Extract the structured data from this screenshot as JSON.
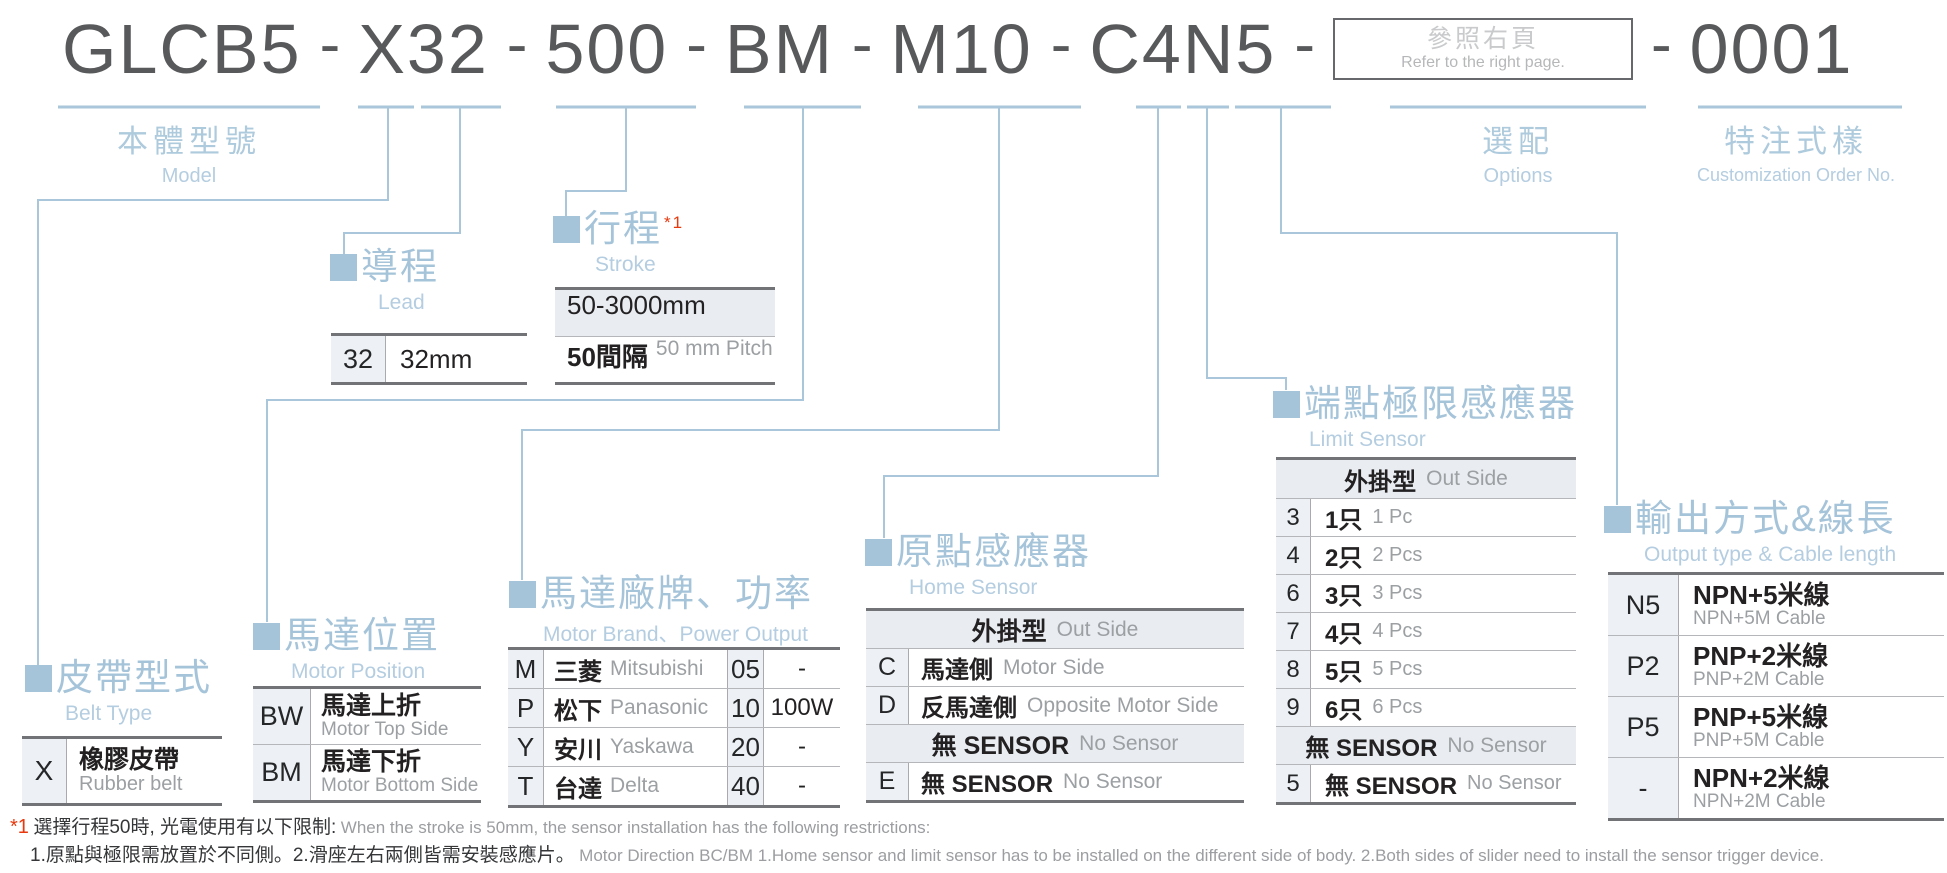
{
  "colors": {
    "accent_blue": "#a6c4d9",
    "accent_blue_light": "#b4cde0",
    "title_gray": "#58595b",
    "table_text_dark": "#232122",
    "table_text_gray": "#9ca0a3",
    "band_bg": "#e9edf2",
    "code_bg": "#edf1f6",
    "note_red": "#e8380d"
  },
  "title": {
    "seg1": "GLCB5",
    "seg2": "X32",
    "seg3": "500",
    "seg4": "BM",
    "seg5": "M10",
    "seg6": "C4N5",
    "seg7": "0001",
    "dash": "-",
    "box_zh": "參照右頁",
    "box_en": "Refer to the right page."
  },
  "top_labels": {
    "model_zh": "本體型號",
    "model_en": "Model",
    "options_zh": "選配",
    "options_en": "Options",
    "custom_zh": "特注式樣",
    "custom_en": "Customization Order No."
  },
  "belt": {
    "title_zh": "皮帶型式",
    "title_en": "Belt Type",
    "row_code": "X",
    "row_zh": "橡膠皮帶",
    "row_en": "Rubber belt"
  },
  "lead": {
    "title_zh": "導程",
    "title_en": "Lead",
    "row_code": "32",
    "row_value": "32mm"
  },
  "stroke": {
    "title_zh": "行程",
    "note": "*1",
    "title_en": "Stroke",
    "range": "50-3000mm",
    "pitch_zh": "50間隔",
    "pitch_en": "50 mm Pitch"
  },
  "motor_position": {
    "title_zh": "馬達位置",
    "title_en": "Motor Position",
    "rows": [
      {
        "code": "BW",
        "zh": "馬達上折",
        "en": "Motor Top Side"
      },
      {
        "code": "BM",
        "zh": "馬達下折",
        "en": "Motor Bottom Side"
      }
    ]
  },
  "motor_brand": {
    "title_zh": "馬達廠牌、功率",
    "title_en": "Motor Brand、Power Output",
    "rows": [
      {
        "code": "M",
        "zh": "三菱",
        "en": "Mitsubishi",
        "pcode": "05",
        "pval": "-"
      },
      {
        "code": "P",
        "zh": "松下",
        "en": "Panasonic",
        "pcode": "10",
        "pval": "100W"
      },
      {
        "code": "Y",
        "zh": "安川",
        "en": "Yaskawa",
        "pcode": "20",
        "pval": "-"
      },
      {
        "code": "T",
        "zh": "台達",
        "en": "Delta",
        "pcode": "40",
        "pval": "-"
      }
    ]
  },
  "home_sensor": {
    "title_zh": "原點感應器",
    "title_en": "Home Sensor",
    "band_zh": "外掛型",
    "band_en": "Out Side",
    "rows": [
      {
        "code": "C",
        "zh": "馬達側",
        "en": "Motor Side"
      },
      {
        "code": "D",
        "zh": "反馬達側",
        "en": "Opposite Motor Side"
      }
    ],
    "nosensor_zh": "無 SENSOR",
    "nosensor_en": "No Sensor",
    "row_e_code": "E",
    "row_e_zh": "無 SENSOR",
    "row_e_en": "No Sensor"
  },
  "limit_sensor": {
    "title_zh": "端點極限感應器",
    "title_en": "Limit Sensor",
    "band_zh": "外掛型",
    "band_en": "Out Side",
    "rows": [
      {
        "code": "3",
        "zh": "1只",
        "en": "1 Pc"
      },
      {
        "code": "4",
        "zh": "2只",
        "en": "2 Pcs"
      },
      {
        "code": "6",
        "zh": "3只",
        "en": "3 Pcs"
      },
      {
        "code": "7",
        "zh": "4只",
        "en": "4 Pcs"
      },
      {
        "code": "8",
        "zh": "5只",
        "en": "5 Pcs"
      },
      {
        "code": "9",
        "zh": "6只",
        "en": "6 Pcs"
      }
    ],
    "nosensor_zh": "無 SENSOR",
    "nosensor_en": "No Sensor",
    "row5_code": "5",
    "row5_zh": "無 SENSOR",
    "row5_en": "No Sensor"
  },
  "output": {
    "title_zh": "輸出方式&線長",
    "title_en": "Output type & Cable length",
    "rows": [
      {
        "code": "N5",
        "zh": "NPN+5米線",
        "en": "NPN+5M Cable"
      },
      {
        "code": "P2",
        "zh": "PNP+2米線",
        "en": "PNP+2M Cable"
      },
      {
        "code": "P5",
        "zh": "PNP+5米線",
        "en": "PNP+5M Cable"
      },
      {
        "code": "-",
        "zh": "NPN+2米線",
        "en": "NPN+2M Cable"
      }
    ]
  },
  "footnote": {
    "ref": "*1",
    "line1_zh": "選擇行程50時, 光電使用有以下限制:",
    "line1_en": "When the stroke is 50mm, the sensor installation has  the following restrictions:",
    "line2_zh": "1.原點與極限需放置於不同側。2.滑座左右兩側皆需安裝感應片。",
    "line2_en": "Motor Direction BC/BM 1.Home sensor and limit sensor has to be installed on the different side of body.  2.Both sides of slider need to install the sensor trigger device."
  }
}
